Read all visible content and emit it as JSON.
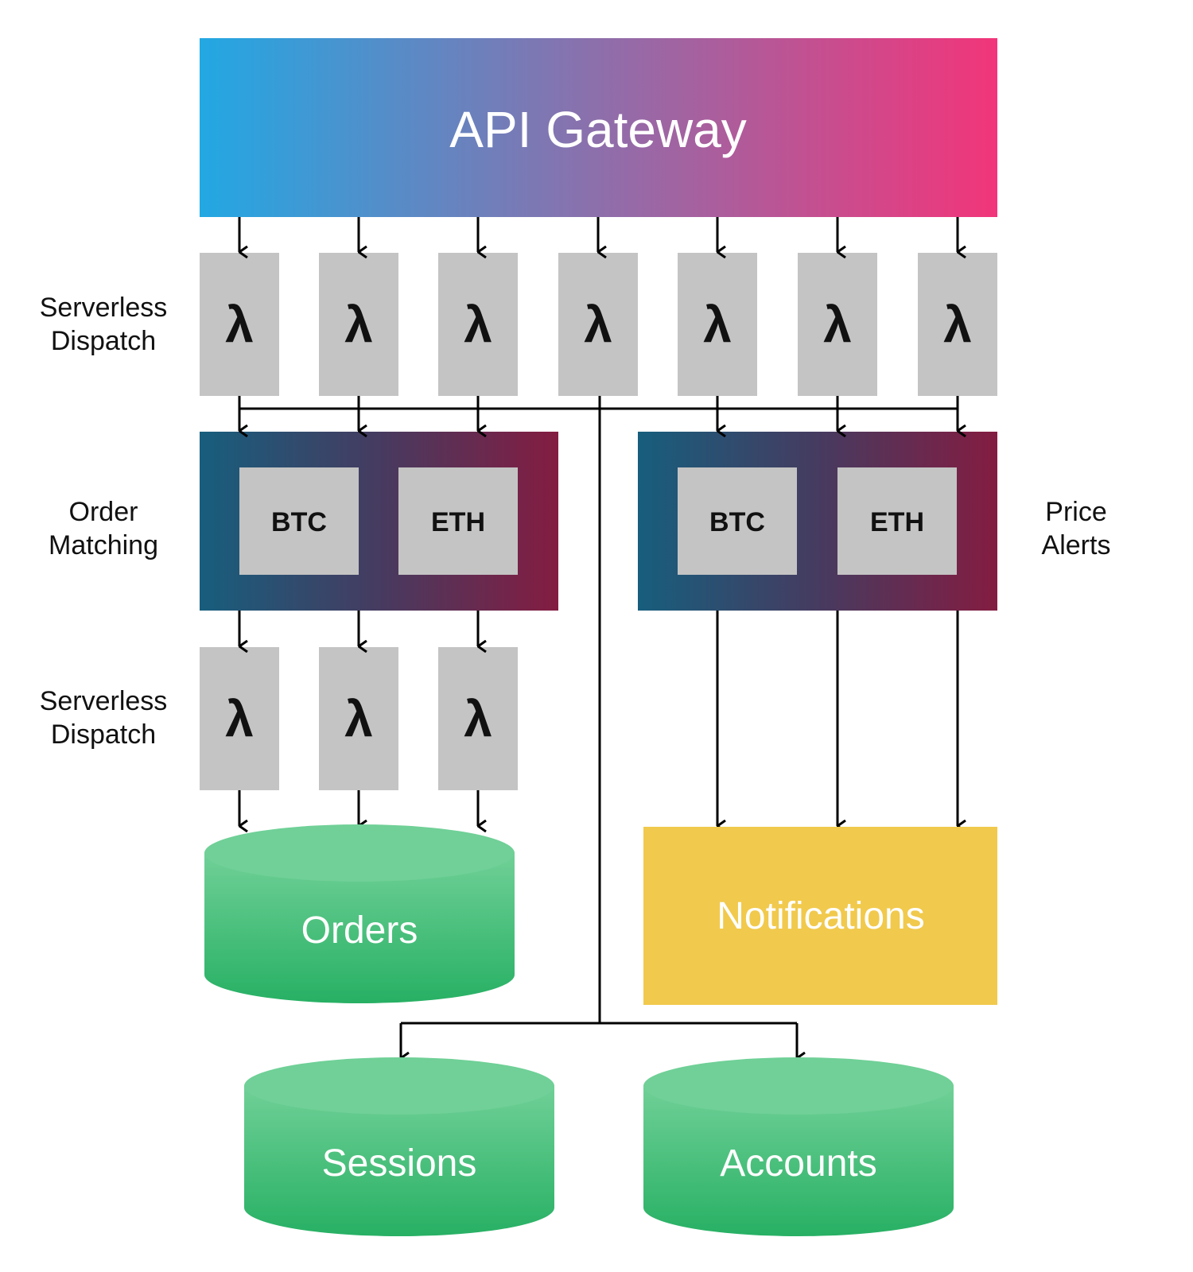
{
  "gateway": {
    "title": "API Gateway"
  },
  "row_labels": {
    "dispatch_top": [
      "Serverless",
      "Dispatch"
    ],
    "order_matching": [
      "Order",
      "Matching"
    ],
    "dispatch_bottom": [
      "Serverless",
      "Dispatch"
    ],
    "price_alerts": [
      "Price",
      "Alerts"
    ]
  },
  "lambda_glyph": "λ",
  "order_matching_box": {
    "items": [
      "BTC",
      "ETH"
    ]
  },
  "price_alerts_box": {
    "items": [
      "BTC",
      "ETH"
    ]
  },
  "stores": {
    "orders": "Orders",
    "notifications": "Notifications",
    "sessions": "Sessions",
    "accounts": "Accounts"
  },
  "colors": {
    "gateway_gradient": [
      "#22a8e3",
      "#f2357a"
    ],
    "engine_gradient": [
      "#175e7d",
      "#841c41"
    ],
    "lambda_box": "#c4c4c4",
    "db_green_top": "#70d097",
    "db_green_bottom": "#27b064",
    "notifications": "#f1c94c",
    "line": "#000000"
  }
}
